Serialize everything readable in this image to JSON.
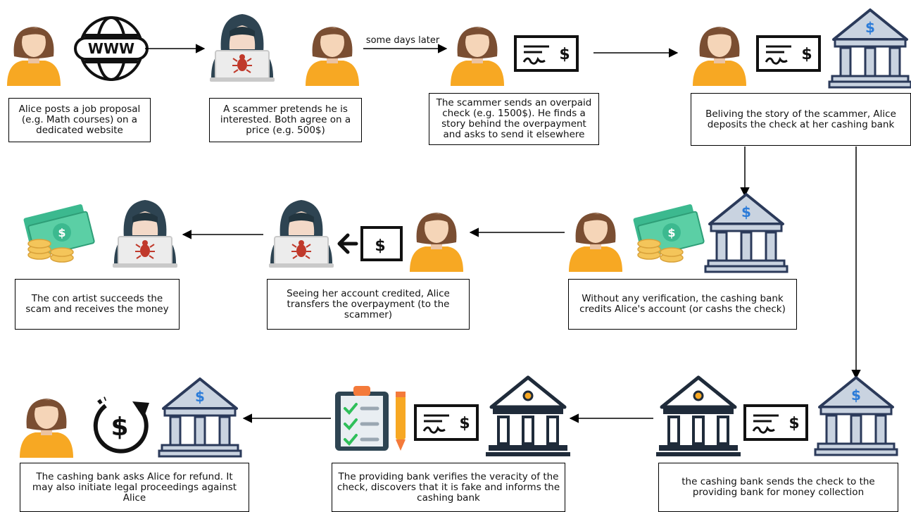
{
  "diagram": {
    "steps": [
      {
        "id": "post",
        "text": "Alice posts a job proposal (e.g. Math courses) on a dedicated website"
      },
      {
        "id": "pretend",
        "text": "A scammer pretends he is interested. Both agree on a price (e.g. 500$)"
      },
      {
        "id": "overpaid",
        "text": "The scammer sends an overpaid check (e.g. 1500$). He finds a story behind the overpayment and asks to send it elsewhere"
      },
      {
        "id": "deposit",
        "text": "Beliving the story of the scammer, Alice deposits the check at her cashing bank"
      },
      {
        "id": "credit",
        "text": "Without any verification, the cashing bank credits Alice's account (or cashs the check)"
      },
      {
        "id": "transfer",
        "text": "Seeing her account credited, Alice transfers the overpayment (to the scammer)"
      },
      {
        "id": "success",
        "text": "The con artist succeeds the scam and receives the money"
      },
      {
        "id": "send",
        "text": "the cashing bank sends the check to the providing bank for money collection"
      },
      {
        "id": "verify",
        "text": "The providing bank verifies the veracity of the check, discovers that it is fake and informs the cashing bank"
      },
      {
        "id": "refund",
        "text": "The cashing bank asks Alice for refund. It may also initiate legal proceedings against Alice"
      }
    ],
    "edge_labels": {
      "days_later": "some days later"
    },
    "icon_labels": {
      "www": "WWW",
      "dollar": "$"
    },
    "colors": {
      "skin": "#F5D5B8",
      "hair": "#7A4E32",
      "shirt": "#F7A823",
      "bank_blue": "#2B7BD8",
      "bank_light": "#C9D3E0",
      "cash_green": "#3CB98F",
      "coin_gold": "#F4C55A",
      "hacker": "#2E4452",
      "bug": "#C0392B"
    }
  }
}
